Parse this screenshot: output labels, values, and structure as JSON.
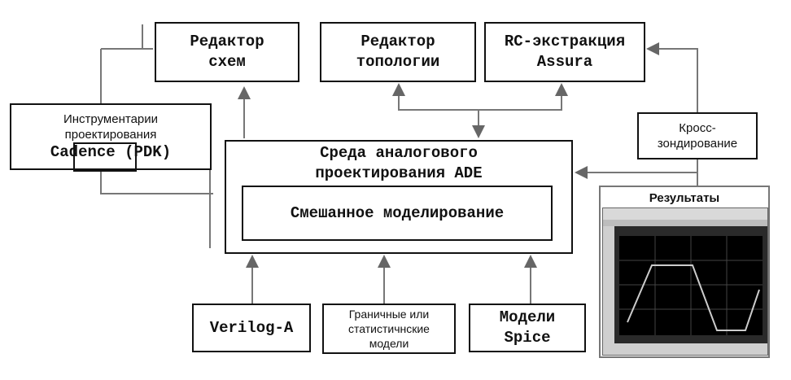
{
  "blocks": {
    "schematic_editor": [
      "Редактор",
      "схем"
    ],
    "layout_editor": [
      "Редактор",
      "топологии"
    ],
    "rc_extraction": [
      "RC-экстракция",
      "Assura"
    ],
    "design_tools": [
      "Инструментарии",
      "проектирования"
    ],
    "design_tools_brand": "Cadence (PDK)",
    "ade": [
      "Среда аналогового",
      "проектирования ADE"
    ],
    "mixed_sim": "Смешанное моделирование",
    "cross_probe": [
      "Кросс-",
      "зондирование"
    ],
    "results": "Результаты",
    "verilog_a": "Verilog-A",
    "corner_models": [
      "Граничные или",
      "статистичнские",
      "модели"
    ],
    "spice_models": [
      "Модели",
      "Spice"
    ]
  },
  "colors": {
    "line": "#777777",
    "box_border": "#111111"
  }
}
